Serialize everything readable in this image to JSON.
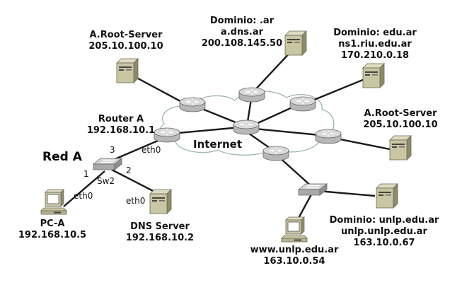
{
  "network_title": "Red A",
  "cloud_label": "Internet",
  "nodes": {
    "root_server_1": {
      "name": "A.Root-Server",
      "ip": "205.10.100.10"
    },
    "ar_dns": {
      "domain": "Dominio: .ar",
      "host": "a.dns.ar",
      "ip": "200.108.145.50"
    },
    "edu_ar_dns": {
      "domain": "Dominio: edu.ar",
      "host": "ns1.riu.edu.ar",
      "ip": "170.210.0.18"
    },
    "root_server_2": {
      "name": "A.Root-Server",
      "ip": "205.10.100.10"
    },
    "router_a": {
      "name": "Router A",
      "ip": "192.168.10.1",
      "port": "eth0"
    },
    "switch": {
      "name": "Sw2",
      "port_1": "1",
      "port_2": "2",
      "port_3": "3"
    },
    "pc_a": {
      "name": "PC-A",
      "ip": "192.168.10.5",
      "port": "eth0"
    },
    "dns_server": {
      "name": "DNS Server",
      "ip": "192.168.10.2",
      "port": "eth0"
    },
    "unlp_dns": {
      "domain": "Dominio: unlp.edu.ar",
      "host": "unlp.unlp.edu.ar",
      "ip": "163.10.0.67"
    },
    "www_unlp": {
      "host": "www.unlp.edu.ar",
      "ip": "163.10.0.54"
    }
  },
  "colors": {
    "server_front": "#c9c6a4",
    "server_side": "#8e8b6a",
    "server_top": "#dedcc2",
    "router_body": "#b7b7b7",
    "router_top": "#d9d9d9",
    "cloud_stroke": "#9fb3b3",
    "link": "#1a1a1a"
  }
}
